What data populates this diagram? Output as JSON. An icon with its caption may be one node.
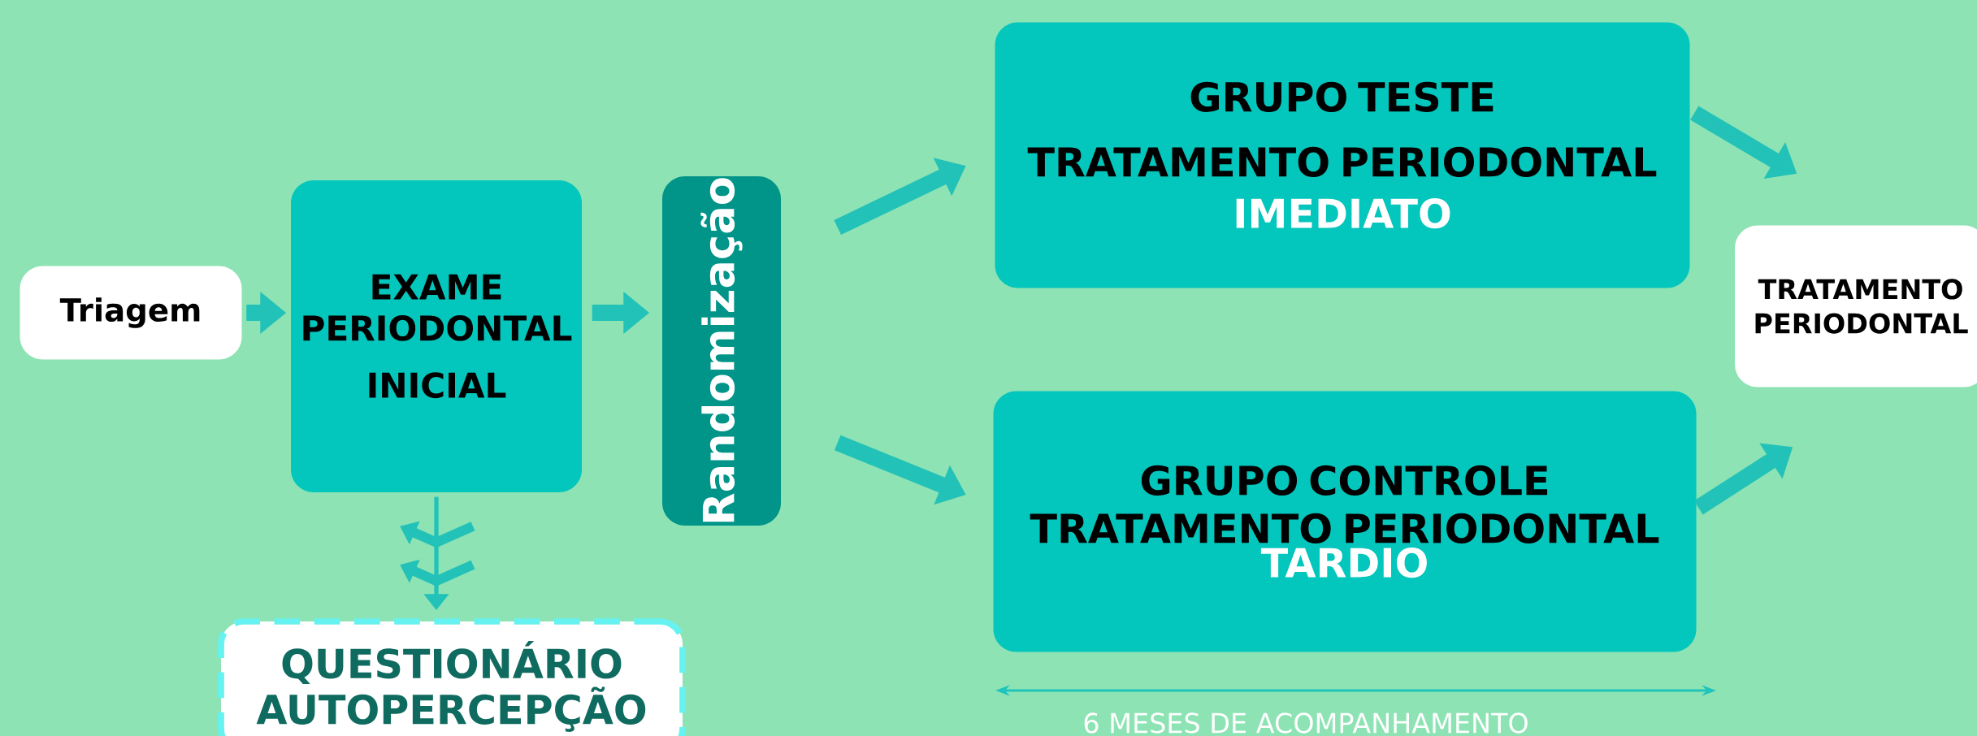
{
  "diagram": {
    "nodes": [
      {
        "text": [
          "Triagem"
        ]
      },
      {
        "text": [
          "EXAME PERIODONTAL",
          "INICIAL"
        ]
      },
      {
        "text": [
          "Randomização"
        ]
      },
      {
        "text": [
          "GRUPO TESTE",
          "TRATAMENTO PERIODONTAL",
          "IMEDIATO"
        ]
      },
      {
        "text": [
          "GRUPO CONTROLE",
          "TRATAMENTO PERIODONTAL",
          "TARDIO"
        ]
      },
      {
        "text": [
          "TRATAMENTO PERIODONTAL"
        ]
      },
      {
        "text": [
          "QUESTIONÁRIO AUTOPERCEPÇÃO"
        ]
      }
    ],
    "edges": [
      {
        "from": 0,
        "to": 1,
        "arrow": "to"
      },
      {
        "from": 1,
        "to": 2,
        "arrow": "to"
      },
      {
        "from": 2,
        "to": 3,
        "arrow": "to"
      },
      {
        "from": 2,
        "to": 4,
        "arrow": "to"
      },
      {
        "from": 3,
        "to": 5,
        "arrow": "to"
      },
      {
        "from": 4,
        "to": 5,
        "arrow": "to"
      },
      {
        "from": 1,
        "to": 6,
        "arrow": "to"
      }
    ],
    "labels": [
      "6 MESES DE ACOMPANHAMENTO"
    ]
  }
}
